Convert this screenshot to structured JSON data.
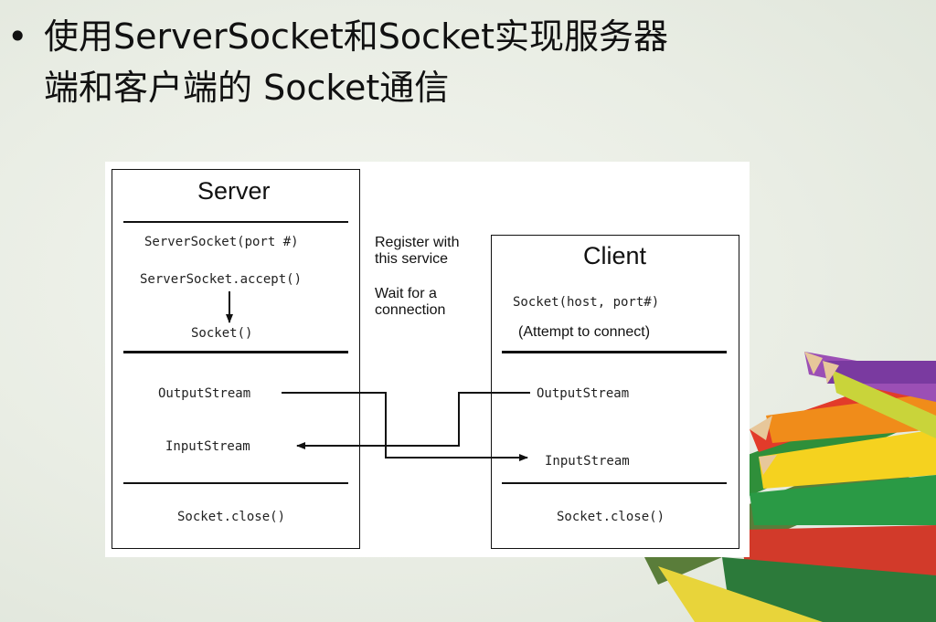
{
  "slide": {
    "bullet": "•",
    "title_line1": "使用ServerSocket和Socket实现服务器",
    "title_line2": "端和客户端的 Socket通信"
  },
  "diagram": {
    "server": {
      "title": "Server",
      "constructor": "ServerSocket(port  #)",
      "accept": "ServerSocket.accept()",
      "socket": "Socket()",
      "output": "OutputStream",
      "input": "InputStream",
      "close": "Socket.close()"
    },
    "middle": {
      "register_line1": "Register with",
      "register_line2": "this service",
      "wait_line1": "Wait for a",
      "wait_line2": "connection"
    },
    "client": {
      "title": "Client",
      "constructor": "Socket(host, port#)",
      "attempt": "(Attempt to connect)",
      "output": "OutputStream",
      "input": "InputStream",
      "close": "Socket.close()"
    }
  },
  "colors": {
    "background": "#e9ede4",
    "diagram_bg": "#ffffff",
    "ink": "#111111"
  }
}
